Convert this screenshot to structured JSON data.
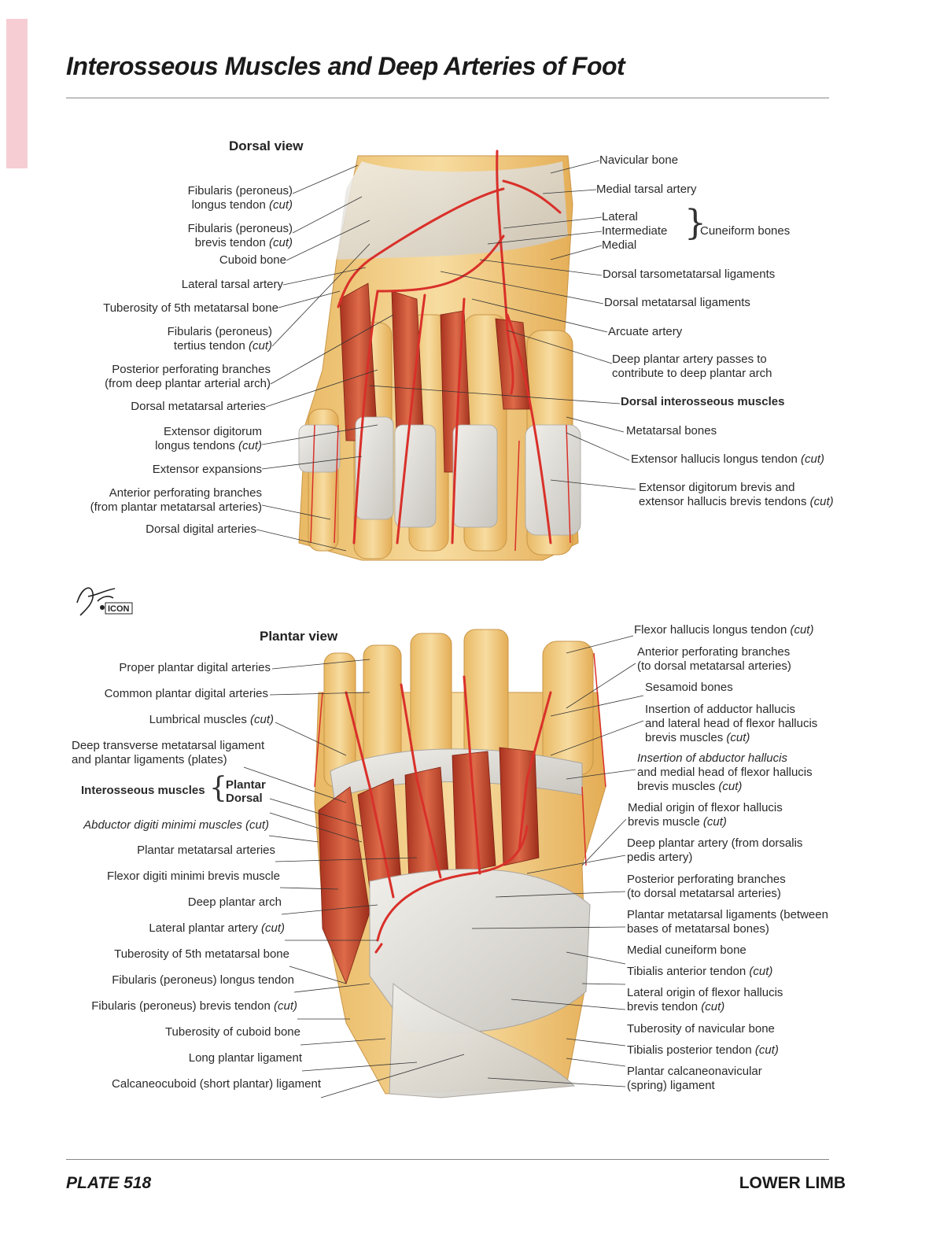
{
  "page": {
    "title": "Interosseous Muscles and Deep Arteries of Foot",
    "plate": "PLATE 518",
    "section": "LOWER LIMB",
    "logo": {
      "signature": "F. Netter M.D.",
      "mark": "ICON"
    }
  },
  "dorsal": {
    "heading": "Dorsal view",
    "left_labels": [
      {
        "l1": "Fibularis (peroneus)",
        "l2": "longus tendon",
        "l2i": "(cut)"
      },
      {
        "l1": "Fibularis (peroneus)",
        "l2": "brevis tendon",
        "l2i": "(cut)"
      },
      {
        "l1": "Cuboid bone"
      },
      {
        "l1": "Lateral tarsal artery"
      },
      {
        "l1": "Tuberosity of 5th metatarsal bone"
      },
      {
        "l1": "Fibularis (peroneus)",
        "l2": "tertius tendon",
        "l2i": "(cut)"
      },
      {
        "l1": "Posterior perforating branches",
        "l2": "(from deep plantar arterial arch)"
      },
      {
        "l1": "Dorsal metatarsal arteries"
      },
      {
        "l1": "Extensor digitorum",
        "l2": "longus tendons",
        "l2i": "(cut)"
      },
      {
        "l1": "Extensor expansions"
      },
      {
        "l1": "Anterior perforating branches",
        "l2": "(from plantar metatarsal arteries)"
      },
      {
        "l1": "Dorsal digital arteries"
      }
    ],
    "right_labels": [
      {
        "l1": "Navicular bone"
      },
      {
        "l1": "Medial tarsal artery"
      },
      {
        "l1": "Dorsal tarsometatarsal ligaments"
      },
      {
        "l1": "Dorsal metatarsal ligaments"
      },
      {
        "l1": "Arcuate artery"
      },
      {
        "l1": "Deep plantar artery passes to",
        "l2": "contribute to deep plantar arch"
      },
      {
        "l1": "Dorsal interosseous muscles",
        "bold": true
      },
      {
        "l1": "Metatarsal bones"
      },
      {
        "l1": "Extensor hallucis longus tendon",
        "l1i": "(cut)"
      },
      {
        "l1": "Extensor digitorum brevis and",
        "l2": "extensor hallucis brevis tendons",
        "l2i": "(cut)"
      }
    ],
    "cuneiform": {
      "items": [
        "Lateral",
        "Intermediate",
        "Medial"
      ],
      "group": "Cuneiform bones"
    }
  },
  "plantar": {
    "heading": "Plantar view",
    "left_labels": [
      {
        "l1": "Proper plantar digital arteries"
      },
      {
        "l1": "Common plantar digital arteries"
      },
      {
        "l1": "Lumbrical muscles",
        "l1i": "(cut)"
      },
      {
        "l1": "Deep transverse metatarsal ligament",
        "l2": "and plantar ligaments (plates)"
      },
      {
        "l1": "Abductor digiti minimi muscles",
        "l1i": "(cut)",
        "italic": true
      },
      {
        "l1": "Plantar metatarsal arteries"
      },
      {
        "l1": "Flexor digiti minimi brevis muscle"
      },
      {
        "l1": "Deep plantar arch"
      },
      {
        "l1": "Lateral plantar artery",
        "l1i": "(cut)"
      },
      {
        "l1": "Tuberosity of 5th metatarsal bone"
      },
      {
        "l1": "Fibularis (peroneus) longus tendon"
      },
      {
        "l1": "Fibularis (peroneus) brevis tendon",
        "l1i": "(cut)"
      },
      {
        "l1": "Tuberosity of cuboid bone"
      },
      {
        "l1": "Long plantar ligament"
      },
      {
        "l1": "Calcaneocuboid (short plantar) ligament"
      }
    ],
    "interosseous": {
      "group": "Interosseous muscles",
      "items": [
        "Plantar",
        "Dorsal"
      ]
    },
    "right_labels": [
      {
        "l1": "Flexor hallucis longus tendon",
        "l1i": "(cut)"
      },
      {
        "l1": "Anterior perforating branches",
        "l2": "(to dorsal metatarsal arteries)"
      },
      {
        "l1": "Sesamoid bones"
      },
      {
        "l1": "Insertion of adductor hallucis",
        "l2": "and lateral head of flexor hallucis",
        "l3": "brevis muscles",
        "l3i": "(cut)"
      },
      {
        "l1": "Insertion of abductor hallucis",
        "l2": "and medial head of flexor hallucis",
        "l3": "brevis muscles",
        "l3i": "(cut)"
      },
      {
        "l1": "Medial origin of flexor hallucis",
        "l2": "brevis muscle",
        "l2i": "(cut)"
      },
      {
        "l1": "Deep plantar artery (from dorsalis",
        "l2": "pedis artery)"
      },
      {
        "l1": "Posterior perforating branches",
        "l2": "(to dorsal metatarsal arteries)"
      },
      {
        "l1": "Plantar metatarsal ligaments (between",
        "l2": "bases of metatarsal bones)"
      },
      {
        "l1": "Medial cuneiform bone"
      },
      {
        "l1": "Tibialis anterior tendon",
        "l1i": "(cut)"
      },
      {
        "l1": "Lateral origin of flexor hallucis",
        "l2": "brevis tendon",
        "l2i": "(cut)"
      },
      {
        "l1": "Tuberosity of navicular bone"
      },
      {
        "l1": "Tibialis posterior tendon",
        "l1i": "(cut)"
      },
      {
        "l1": "Plantar calcaneonavicular",
        "l2": "(spring) ligament"
      }
    ]
  },
  "colors": {
    "bone": "#f0cf8a",
    "muscle": "#c9482f",
    "artery": "#d9302a",
    "ligament": "#dedcd8",
    "accent_tab": "#f6cdd3"
  }
}
